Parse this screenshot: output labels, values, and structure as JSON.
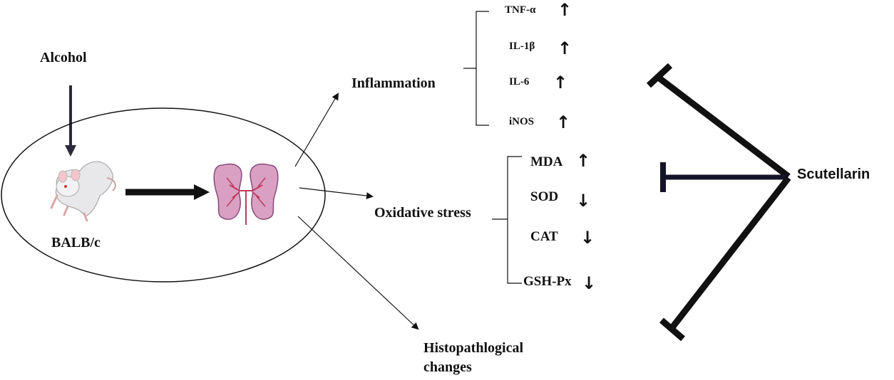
{
  "diagram": {
    "alcohol": "Alcohol",
    "mouse_strain": "BALB/c",
    "inflammation": {
      "title": "Inflammation",
      "markers": [
        {
          "name": "TNF-α",
          "direction": "up"
        },
        {
          "name": "IL-1β",
          "direction": "up"
        },
        {
          "name": "IL-6",
          "direction": "up"
        },
        {
          "name": "iNOS",
          "direction": "up"
        }
      ]
    },
    "oxidative_stress": {
      "title": "Oxidative stress",
      "markers": [
        {
          "name": "MDA",
          "direction": "up"
        },
        {
          "name": "SOD",
          "direction": "down"
        },
        {
          "name": "CAT",
          "direction": "down"
        },
        {
          "name": "GSH-Px",
          "direction": "down"
        }
      ]
    },
    "histopathology": {
      "line1": "Histopathlogical",
      "line2": "changes"
    },
    "inhibitor": "Scutellarin"
  },
  "icons": {
    "up": "↑",
    "down": "↓",
    "mouse": "mouse-icon",
    "kidney": "kidneys-icon"
  },
  "colors": {
    "ink": "#111111",
    "dark_arrow": "#2a2a3a",
    "inhibit": "#141428",
    "kidney_fill": "#d9a0c4",
    "kidney_vessel": "#c03a5a"
  }
}
